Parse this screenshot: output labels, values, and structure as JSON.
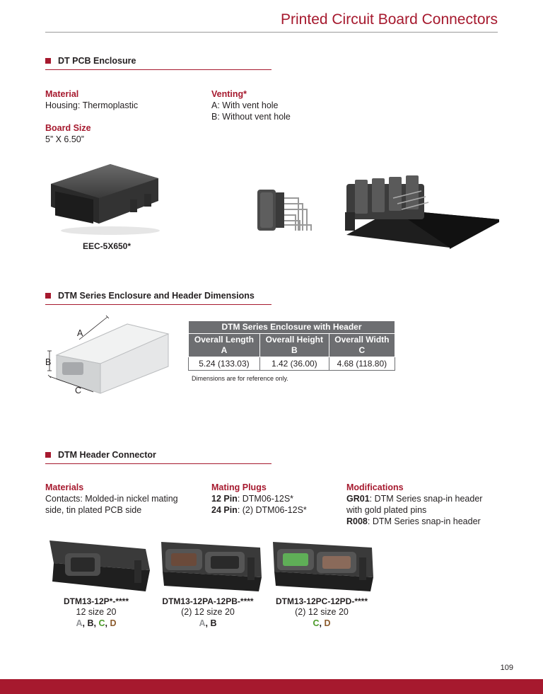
{
  "page": {
    "title": "Printed Circuit Board Connectors",
    "page_number": "109"
  },
  "section1": {
    "heading": "DT PCB Enclosure",
    "material_label": "Material",
    "housing_key": "Housing",
    "housing_value": ": Thermoplastic",
    "venting_label": "Venting*",
    "vent_a_key": "A",
    "vent_a_value": ": With vent hole",
    "vent_b_key": "B",
    "vent_b_value": ": Without vent hole",
    "board_size_label": "Board Size",
    "board_size_value": "5” X 6.50”",
    "enclosure_caption": "EEC-5X650*"
  },
  "section2": {
    "heading": "DTM Series Enclosure and Header Dimensions",
    "diagram_labels": {
      "a": "A",
      "b": "B",
      "c": "C"
    },
    "table": {
      "title": "DTM Series Enclosure with Header",
      "headers": [
        {
          "name": "Overall Length",
          "letter": "A"
        },
        {
          "name": "Overall Height",
          "letter": "B"
        },
        {
          "name": "Overall Width",
          "letter": "C"
        }
      ],
      "values": [
        "5.24 (133.03)",
        "1.42 (36.00)",
        "4.68 (118.80)"
      ]
    },
    "note": "Dimensions are for reference only."
  },
  "section3": {
    "heading": "DTM Header Connector",
    "materials_label": "Materials",
    "contacts_key": "Contacts",
    "contacts_line1": ": Molded-in nickel mating",
    "contacts_line2": "side, tin plated PCB side",
    "mating_label": "Mating Plugs",
    "pin12_key": "12 Pin",
    "pin12_value": ": DTM06-12S*",
    "pin24_key": "24 Pin",
    "pin24_value": ": (2) DTM06-12S*",
    "mods_label": "Modifications",
    "gr01_key": "GR01",
    "gr01_line1": ": DTM Series snap-in header",
    "gr01_line2": "with gold plated pins",
    "r008_key": "R008",
    "r008_value": ": DTM Series snap-in header",
    "products": [
      {
        "part": "DTM13-12P*-****",
        "desc": "12 size 20",
        "codes": [
          "A",
          "B",
          "C",
          "D"
        ]
      },
      {
        "part": "DTM13-12PA-12PB-****",
        "desc": "(2) 12 size 20",
        "codes": [
          "A",
          "B"
        ]
      },
      {
        "part": "DTM13-12PC-12PD-****",
        "desc": "(2) 12 size 20",
        "codes": [
          "C",
          "D"
        ]
      }
    ]
  },
  "colors": {
    "brand_red": "#a6192e",
    "table_header_gray": "#6d6e71",
    "code_a": "#939598",
    "code_b": "#231f20",
    "code_c": "#4c9a2a",
    "code_d": "#8b5a2b"
  }
}
